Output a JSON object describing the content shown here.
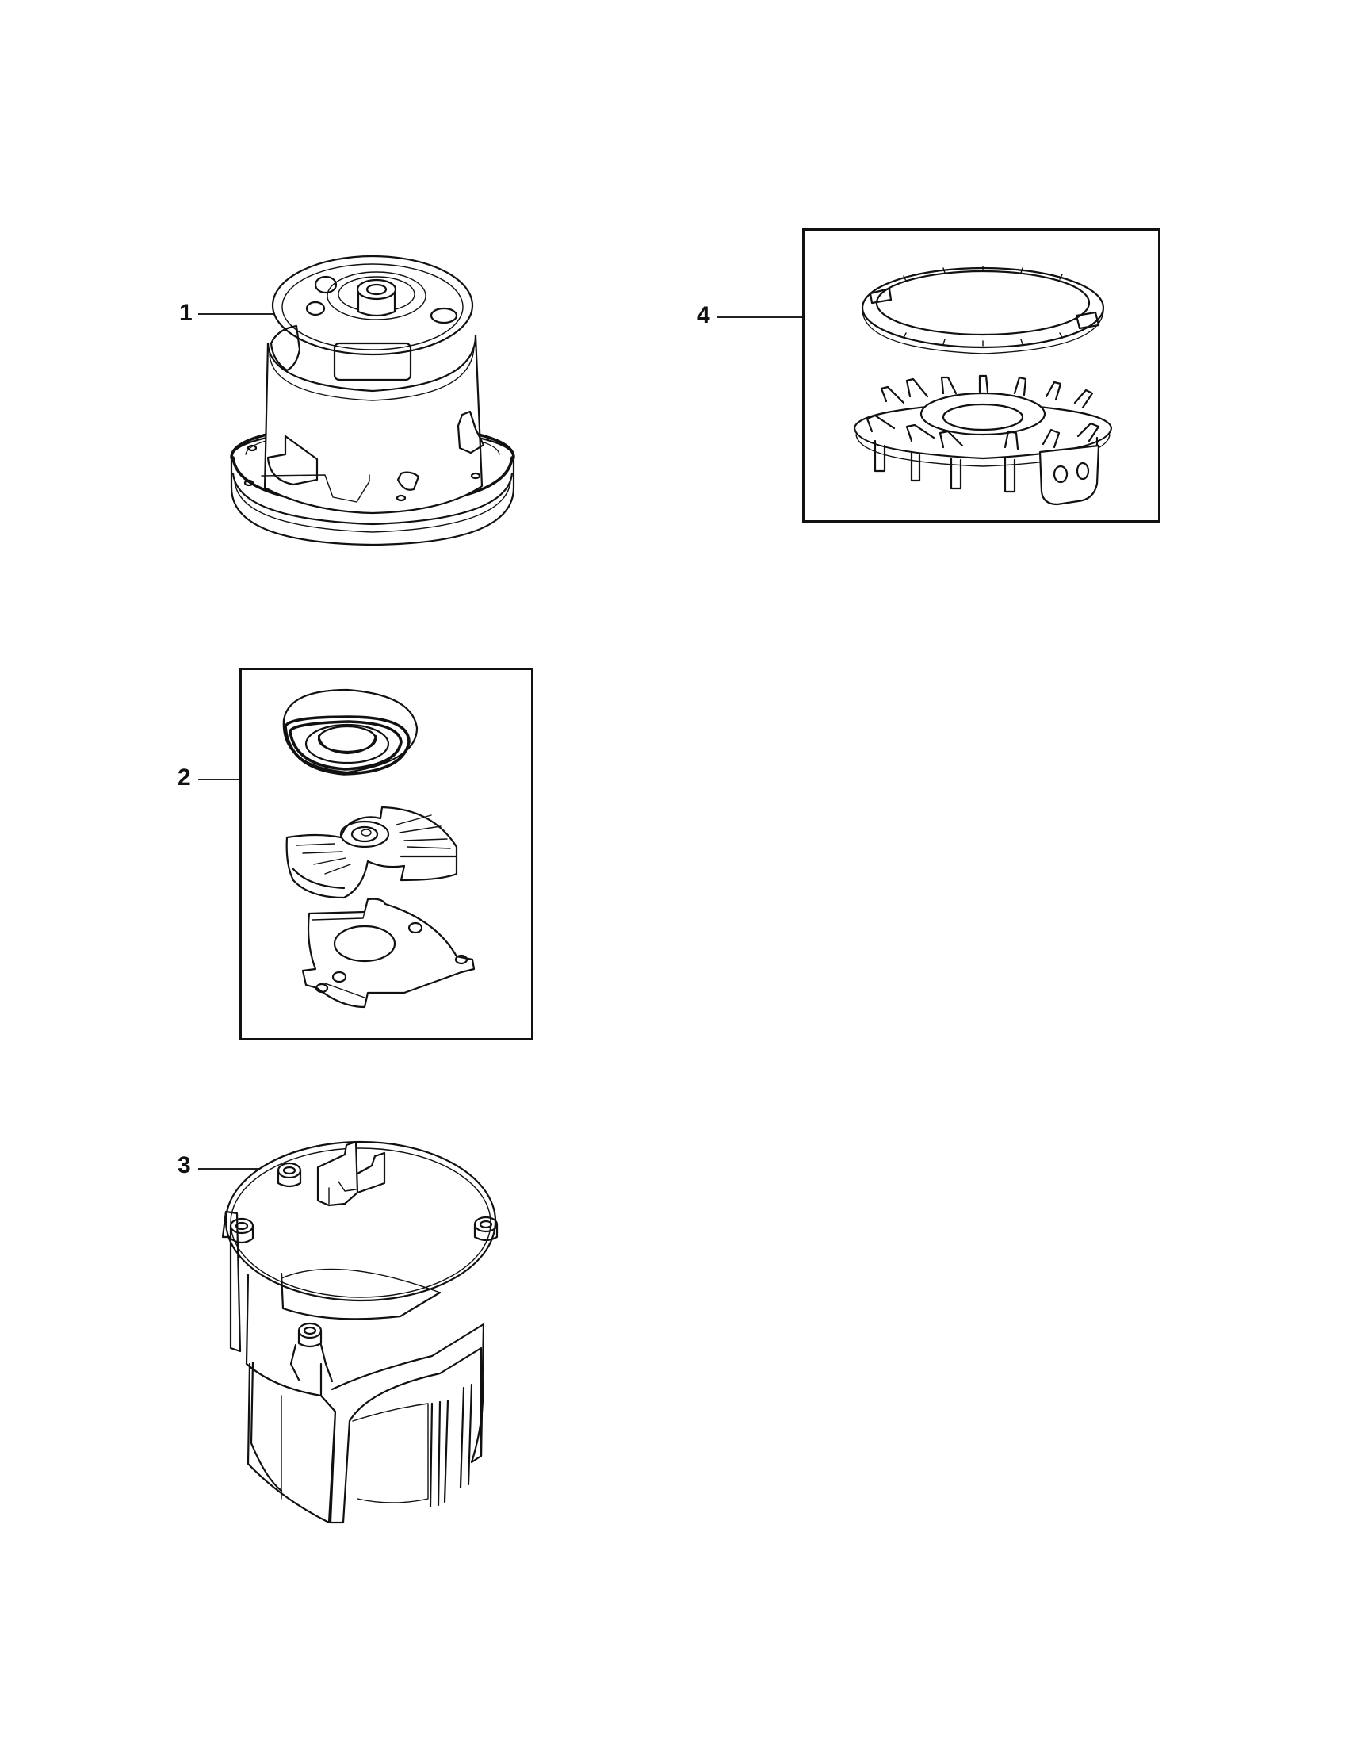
{
  "diagram": {
    "type": "exploded-parts-view",
    "background_color": "#ffffff",
    "line_color": "#111111",
    "callouts": [
      {
        "id": "1",
        "label": "1",
        "part": "motor",
        "boxed": false
      },
      {
        "id": "2",
        "label": "2",
        "part": "fan-and-seal-kit",
        "boxed": true
      },
      {
        "id": "3",
        "label": "3",
        "part": "motor-housing",
        "boxed": false
      },
      {
        "id": "4",
        "label": "4",
        "part": "ring-and-fan-cover-kit",
        "boxed": true
      }
    ]
  }
}
